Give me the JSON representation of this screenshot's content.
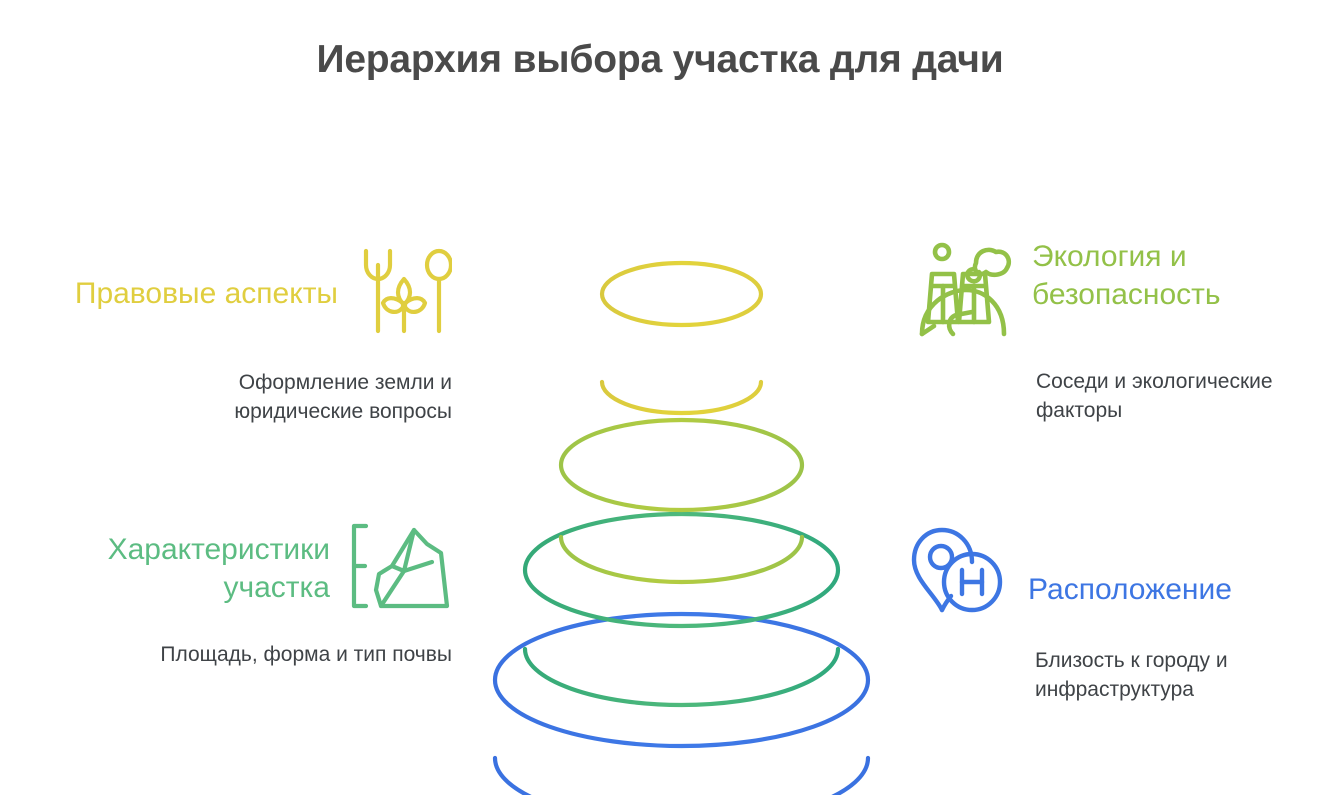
{
  "title": "Иерархия выбора участка для дачи",
  "colors": {
    "title": "#4a4a4a",
    "description": "#3f4347",
    "legal": "#e0ce3f",
    "plot": "#5cbc82",
    "ecology": "#93c148",
    "location": "#3d76e3"
  },
  "quadrants": [
    {
      "id": "legal",
      "side": "left",
      "title": "Правовые аспекты",
      "description": "Оформление земли и юридические вопросы",
      "color": "#e0ce3f",
      "icon": "garden-tools-icon"
    },
    {
      "id": "plot",
      "side": "left",
      "title": "Характеристики участка",
      "description": "Площадь, форма и тип почвы",
      "color": "#5cbc82",
      "icon": "terrain-elevation-icon"
    },
    {
      "id": "ecology",
      "side": "right",
      "title": "Экология и безопасность",
      "description": "Соседи и экологические факторы",
      "color": "#93c148",
      "icon": "factory-globe-icon"
    },
    {
      "id": "location",
      "side": "right",
      "title": "Расположение",
      "description": "Близость к городу и инфраструктура",
      "color": "#3d76e3",
      "icon": "map-pin-hospital-icon"
    }
  ],
  "chart_data": {
    "type": "pie",
    "title": "Иерархия выбора участка для дачи",
    "shape": "stacked-3d-cylinder-tiers",
    "layers": [
      {
        "rank": 1,
        "label": "Правовые аспекты",
        "color": "#e0ce3f",
        "relative_width": 0.43
      },
      {
        "rank": 2,
        "label": "Экология и безопасность",
        "color": "#93c148",
        "relative_width": 0.66
      },
      {
        "rank": 3,
        "label": "Характеристики участка",
        "color": "#3cae7e",
        "relative_width": 0.84
      },
      {
        "rank": 4,
        "label": "Расположение",
        "color": "#3d76e3",
        "relative_width": 1.0
      }
    ]
  }
}
